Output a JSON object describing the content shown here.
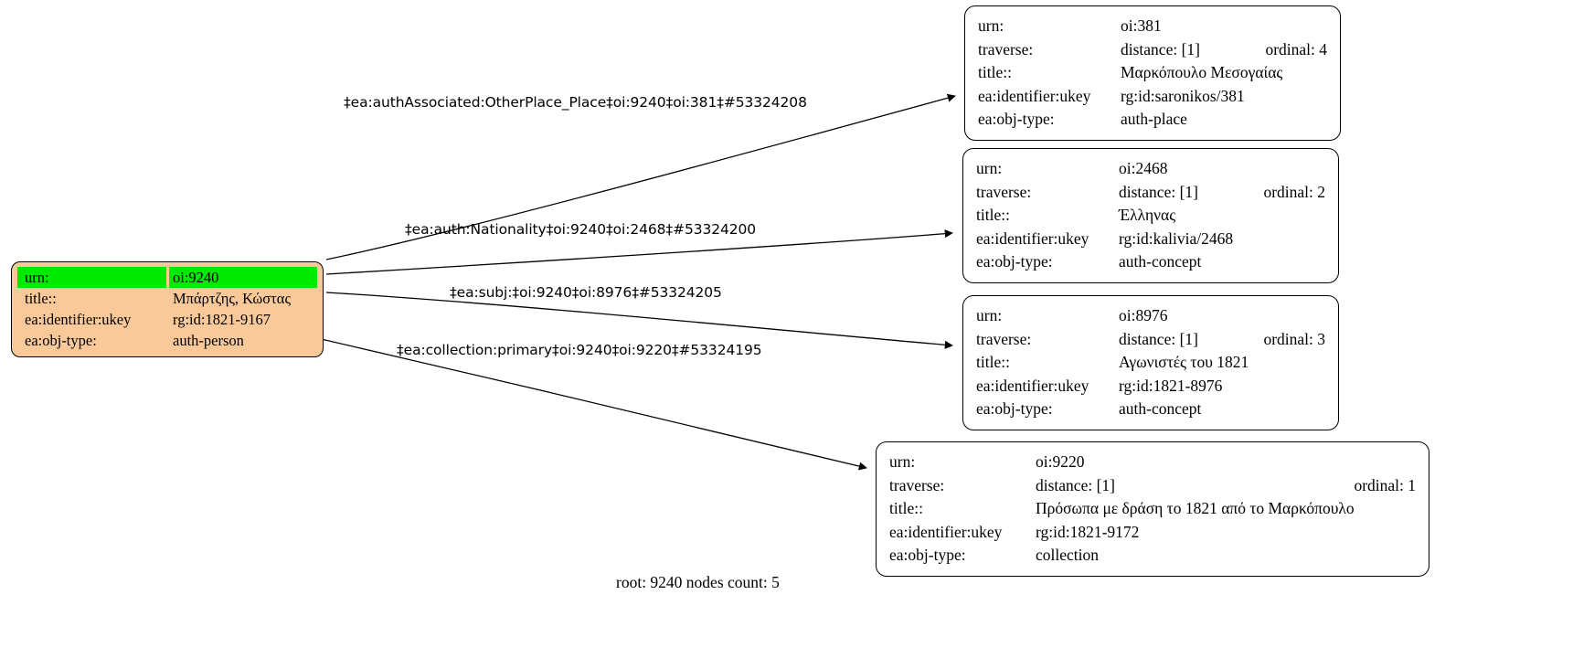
{
  "graph": {
    "caption": "root: 9240 nodes count: 5",
    "root_node": {
      "name": "root-node",
      "fill": "#fac99a",
      "highlight_fill": "#00ea00",
      "rows": [
        {
          "key": "urn:",
          "value": "oi:9240",
          "highlight": true
        },
        {
          "key": "title::",
          "value": "Μπάρτζης, Κώστας",
          "highlight": false
        },
        {
          "key": "ea:identifier:ukey",
          "value": "rg:id:1821-9167",
          "highlight": false
        },
        {
          "key": "ea:obj-type:",
          "value": "auth-person",
          "highlight": false
        }
      ]
    },
    "target_nodes": [
      {
        "name": "target-node-oi-381",
        "rows": [
          {
            "key": "urn:",
            "value": "oi:381"
          },
          {
            "key": "traverse:",
            "value": "distance: [1]",
            "extra": "ordinal: 4"
          },
          {
            "key": "title::",
            "value": "Μαρκόπουλο Μεσογαίας"
          },
          {
            "key": "ea:identifier:ukey",
            "value": "rg:id:saronikos/381"
          },
          {
            "key": "ea:obj-type:",
            "value": "auth-place"
          }
        ]
      },
      {
        "name": "target-node-oi-2468",
        "rows": [
          {
            "key": "urn:",
            "value": "oi:2468"
          },
          {
            "key": "traverse:",
            "value": "distance: [1]",
            "extra": "ordinal: 2"
          },
          {
            "key": "title::",
            "value": "Έλληνας"
          },
          {
            "key": "ea:identifier:ukey",
            "value": "rg:id:kalivia/2468"
          },
          {
            "key": "ea:obj-type:",
            "value": "auth-concept"
          }
        ]
      },
      {
        "name": "target-node-oi-8976",
        "rows": [
          {
            "key": "urn:",
            "value": "oi:8976"
          },
          {
            "key": "traverse:",
            "value": "distance: [1]",
            "extra": "ordinal: 3"
          },
          {
            "key": "title::",
            "value": "Αγωνιστές του 1821"
          },
          {
            "key": "ea:identifier:ukey",
            "value": "rg:id:1821-8976"
          },
          {
            "key": "ea:obj-type:",
            "value": "auth-concept"
          }
        ]
      },
      {
        "name": "target-node-oi-9220",
        "rows": [
          {
            "key": "urn:",
            "value": "oi:9220"
          },
          {
            "key": "traverse:",
            "value": "distance: [1]",
            "extra": "ordinal: 1"
          },
          {
            "key": "title::",
            "value": "Πρόσωπα με δράση το 1821 από το Μαρκόπουλο"
          },
          {
            "key": "ea:identifier:ukey",
            "value": "rg:id:1821-9172"
          },
          {
            "key": "ea:obj-type:",
            "value": "collection"
          }
        ]
      }
    ],
    "edges": [
      {
        "name": "edge-label-authassociated",
        "label": "‡ea:authAssociated:OtherPlace_Place‡oi:9240‡oi:381‡#53324208"
      },
      {
        "name": "edge-label-nationality",
        "label": "‡ea:auth:Nationality‡oi:9240‡oi:2468‡#53324200"
      },
      {
        "name": "edge-label-subj",
        "label": "‡ea:subj:‡oi:9240‡oi:8976‡#53324205"
      },
      {
        "name": "edge-label-collection",
        "label": "‡ea:collection:primary‡oi:9240‡oi:9220‡#53324195"
      }
    ]
  }
}
